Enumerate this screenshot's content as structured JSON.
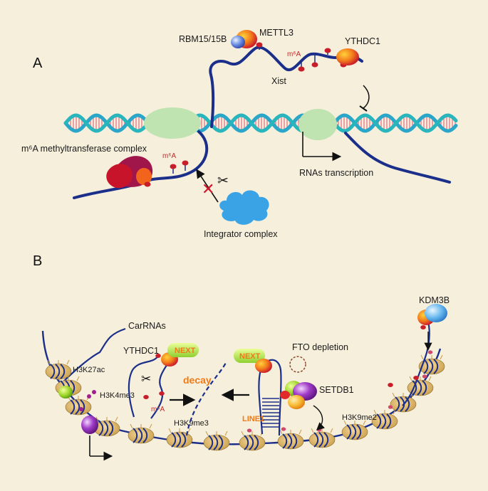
{
  "panel_a": {
    "label": "A",
    "rbm15": "RBM15/15B",
    "mettl3": "METTL3",
    "ythdc1": "YTHDC1",
    "m6a_top": "m⁶A",
    "xist": "Xist",
    "methyltransferase": "m⁶A methyltransferase complex",
    "m6a_left": "m⁶A",
    "rnas_transcription": "RNAs transcription",
    "integrator": "Integrator complex"
  },
  "panel_b": {
    "label": "B",
    "kdm3b": "KDM3B",
    "carrnas": "CarRNAs",
    "ythdc1": "YTHDC1",
    "next_left": "NEXT",
    "next_mid": "NEXT",
    "fto": "FTO depletion",
    "h3k27ac": "H3K27ac",
    "h3k4me3": "H3K4me3",
    "decay": "decay",
    "m6a": "m⁶A",
    "setdb1": "SETDB1",
    "line1": "LINE1",
    "h3k9me3": "H3K9me3",
    "h3k9me2": "H3K9me2"
  },
  "colors": {
    "background": "#f6efdc",
    "rna_strand": "#1b2f8a",
    "dna_strand_a": "#2aa6c9",
    "dna_strand_b": "#27b3b8",
    "polymerase": "#bfe3b1",
    "m6a_mark": "#c81e2a",
    "integrator": "#3aa3e6",
    "decay_text": "#f07a16"
  }
}
